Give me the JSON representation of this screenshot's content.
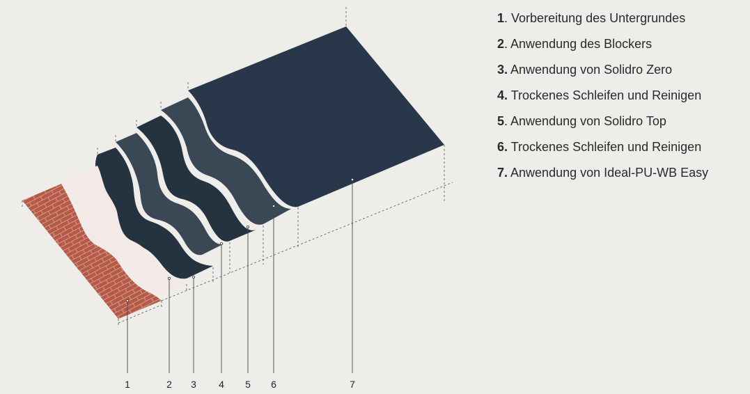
{
  "legend": [
    {
      "num": "1",
      "sep": ". ",
      "text": "Vorbereitung des Untergrundes"
    },
    {
      "num": "2",
      "sep": ". ",
      "text": "Anwendung des Blockers"
    },
    {
      "num": "3.",
      "sep": " ",
      "text": "Anwendung von Solidro Zero"
    },
    {
      "num": "4.",
      "sep": " ",
      "text": "Trockenes Schleifen und Reinigen"
    },
    {
      "num": "5",
      "sep": ". ",
      "text": "Anwendung von Solidro Top"
    },
    {
      "num": "6.",
      "sep": " ",
      "text": "Trockenes Schleifen und Reinigen"
    },
    {
      "num": "7.",
      "sep": " ",
      "text": "Anwendung von Ideal-PU-WB Easy"
    }
  ],
  "layer_labels": [
    "1",
    "2",
    "3",
    "4",
    "5",
    "6",
    "7"
  ],
  "colors": {
    "background": "#efedea",
    "brick": "#b55a48",
    "brick_grout": "#d7a291",
    "blocker": "#f3e9e6",
    "coat_dark": "#253240",
    "coat_mid": "#3a4856",
    "coat_top": "#28384a",
    "guide_line": "#555555"
  }
}
